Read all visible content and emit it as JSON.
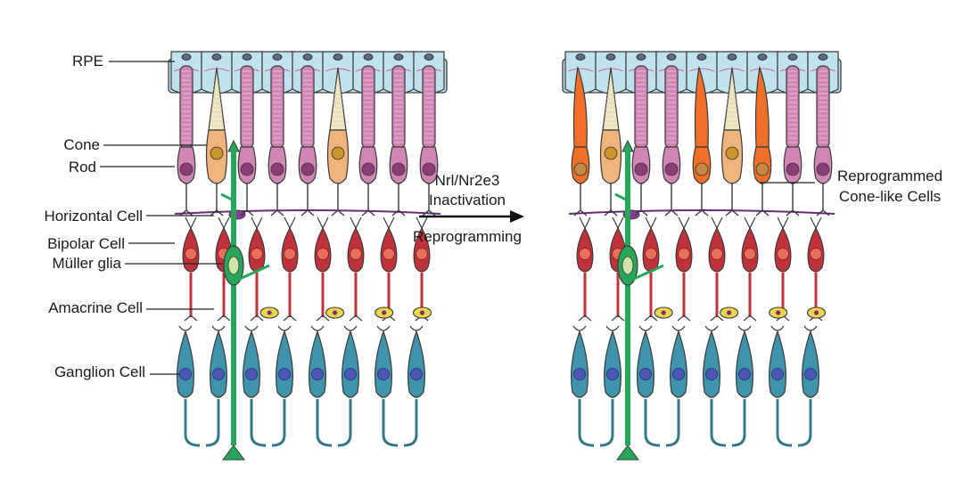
{
  "left_labels": [
    {
      "id": "rpe",
      "text": "RPE"
    },
    {
      "id": "cone",
      "text": "Cone"
    },
    {
      "id": "rod",
      "text": "Rod"
    },
    {
      "id": "horizontal",
      "text": "Horizontal Cell"
    },
    {
      "id": "bipolar",
      "text": "Bipolar Cell"
    },
    {
      "id": "muller",
      "text": "Müller glia"
    },
    {
      "id": "amacrine",
      "text": "Amacrine Cell"
    },
    {
      "id": "ganglion",
      "text": "Ganglion Cell"
    }
  ],
  "arrow": {
    "line1": "Nrl/Nr2e3",
    "line2": "Inactivation",
    "line3": "Reprogramming"
  },
  "right_label": {
    "line1": "Reprogrammed",
    "line2": "Cone-like Cells"
  },
  "colors": {
    "rpe": "#bfe3ee",
    "rod": "#cf86b4",
    "rod_dark": "#8c3d78",
    "cone_outer": "#efe8c4",
    "cone_body": "#f0b47e",
    "reprogrammed": "#f0702a",
    "bipolar": "#c0323a",
    "bipolar_body": "#e8705a",
    "muller": "#27a65a",
    "amacrine": "#e9d64c",
    "ganglion": "#3f93ab",
    "ganglion_nucleus": "#4c57b8"
  }
}
